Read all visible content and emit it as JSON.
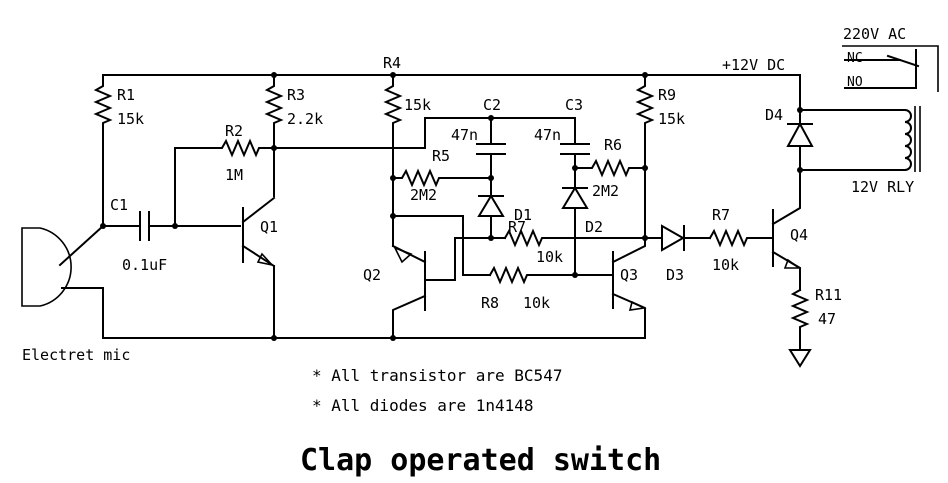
{
  "title": "Clap operated switch",
  "notes": [
    "* All transistor are BC547",
    "* All diodes are 1n4148"
  ],
  "supply": {
    "dc": "+12V DC",
    "ac": "220V AC",
    "nc": "NC",
    "no": "NO",
    "relay": "12V RLY"
  },
  "mic": "Electret mic",
  "components": {
    "r1": {
      "ref": "R1",
      "value": "15k"
    },
    "r2": {
      "ref": "R2",
      "value": "1M"
    },
    "r3": {
      "ref": "R3",
      "value": "2.2k"
    },
    "r4": {
      "ref": "R4",
      "value": "15k"
    },
    "r5": {
      "ref": "R5",
      "value": "2M2"
    },
    "r6": {
      "ref": "R6",
      "value": "2M2"
    },
    "r7a": {
      "ref": "R7",
      "value": "10k"
    },
    "r7b": {
      "ref": "R7",
      "value": "10k"
    },
    "r8": {
      "ref": "R8",
      "value": "10k"
    },
    "r9": {
      "ref": "R9",
      "value": "15k"
    },
    "r11": {
      "ref": "R11",
      "value": "47"
    },
    "c1": {
      "ref": "C1",
      "value": "0.1uF"
    },
    "c2": {
      "ref": "C2",
      "value": "47n"
    },
    "c3": {
      "ref": "C3",
      "value": "47n"
    },
    "d1": "D1",
    "d2": "D2",
    "d3": "D3",
    "d4": "D4",
    "q1": "Q1",
    "q2": "Q2",
    "q3": "Q3",
    "q4": "Q4"
  }
}
